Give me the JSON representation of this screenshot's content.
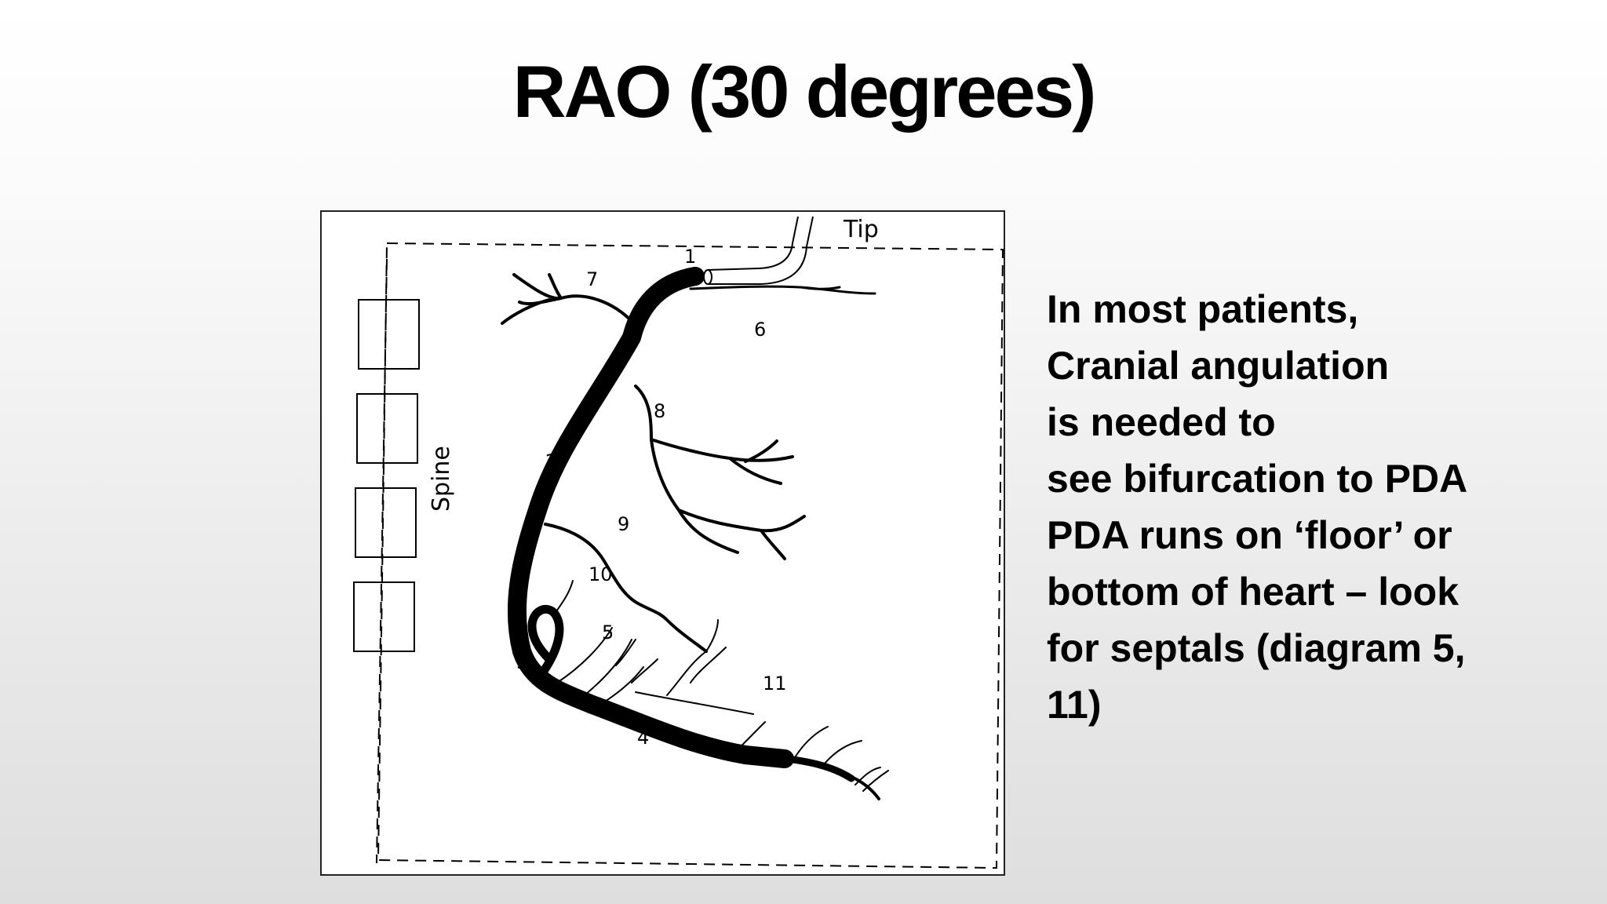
{
  "slide": {
    "title": "RAO (30 degrees)"
  },
  "diagram": {
    "labels": {
      "tip": "Tip",
      "spine": "Spine",
      "n1": "1",
      "n2": "2",
      "n3": "3",
      "n4": "4",
      "n5": "5",
      "n6": "6",
      "n7": "7",
      "n8": "8",
      "n9": "9",
      "n10": "10",
      "n11": "11"
    }
  },
  "body": {
    "lines": [
      "In most patients,",
      "Cranial angulation",
      "is needed to",
      "see bifurcation to PDA",
      "PDA runs on ‘floor’ or",
      "bottom of heart – look",
      "for septals (diagram 5,",
      "11)"
    ]
  }
}
